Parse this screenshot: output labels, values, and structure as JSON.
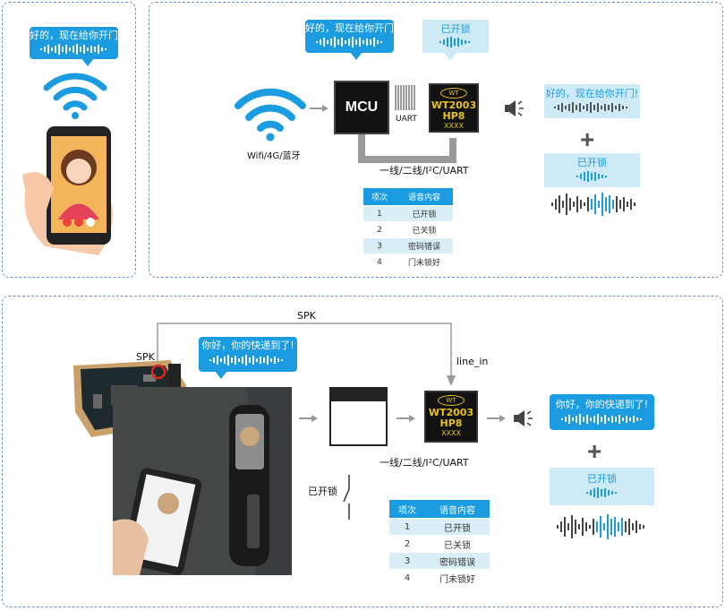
{
  "top": {
    "phone_bubble": "好的，现在给你开门!",
    "mcu_bubble": "好的，现在给你开门!",
    "unlocked_bubble": "已开锁",
    "wifi_label": "Wifi/4G/蓝牙",
    "mcu_label": "MCU",
    "uart_label": "UART",
    "chip": {
      "logo": "WT",
      "line1": "WT2003",
      "line2": "HP8",
      "line3": "XXXX"
    },
    "bus_label": "一线/二线/I²C/UART",
    "output_bubble1": "好的，现在给你开门!",
    "output_bubble2": "已开锁",
    "plus": "+",
    "table": {
      "headers": [
        "项次",
        "语音内容"
      ],
      "rows": [
        [
          "1",
          "已开锁"
        ],
        [
          "2",
          "已关锁"
        ],
        [
          "3",
          "密码错误"
        ],
        [
          "4",
          "门未锁好"
        ]
      ]
    }
  },
  "bottom": {
    "spk_top": "SPK",
    "spk_left": "SPK",
    "line_in": "line_in",
    "board_bubble": "你好，你的快递到了!",
    "chip": {
      "logo": "WT",
      "line1": "WT2003",
      "line2": "HP8",
      "line3": "XXXX"
    },
    "bus_label": "一线/二线/I²C/UART",
    "switch_label": "已开锁",
    "output_bubble1": "你好，你的快递到了!",
    "output_bubble2": "已开锁",
    "plus": "+",
    "table": {
      "headers": [
        "项次",
        "语音内容"
      ],
      "rows": [
        [
          "1",
          "已开锁"
        ],
        [
          "2",
          "已关锁"
        ],
        [
          "3",
          "密码错误"
        ],
        [
          "4",
          "门未锁好"
        ]
      ]
    }
  },
  "colors": {
    "accent": "#1b9be0",
    "pale": "#cdeaf6",
    "border": "#6f93c8",
    "chip_text": "#e8c21a"
  }
}
